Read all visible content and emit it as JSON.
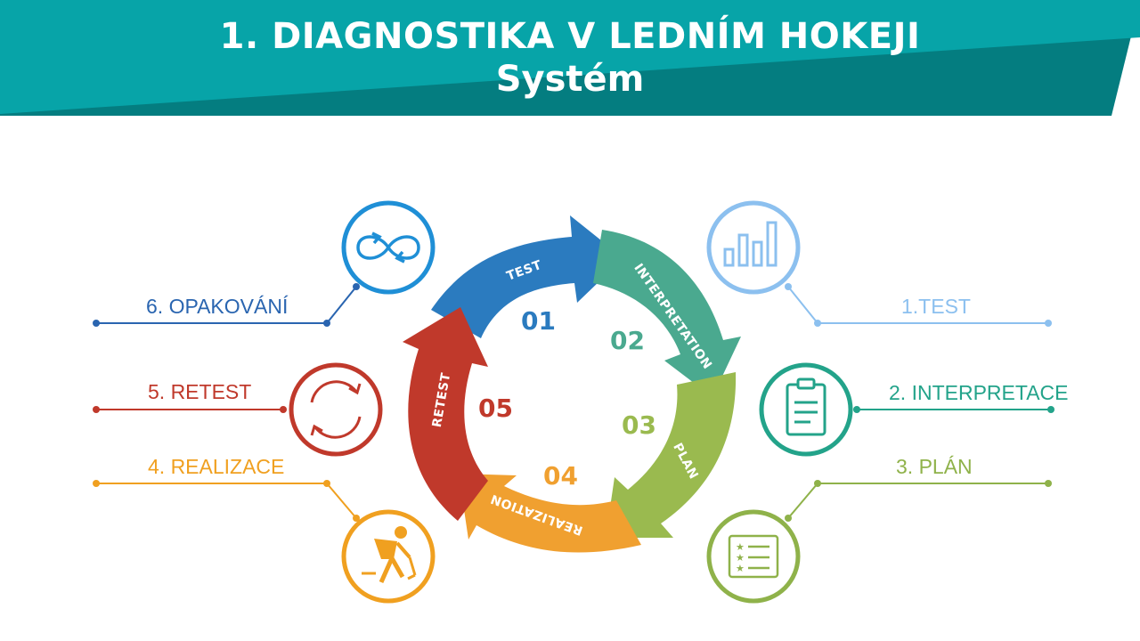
{
  "header": {
    "title_line1": "1. DIAGNOSTIKA V LEDNÍM HOKEJI",
    "title_line2": "Systém"
  },
  "cycle": [
    {
      "number": "01",
      "label": "TEST",
      "color": "#2b7bbf"
    },
    {
      "number": "02",
      "label": "INTERPRETATION",
      "color": "#4aa98f"
    },
    {
      "number": "03",
      "label": "PLAN",
      "color": "#9aba4f"
    },
    {
      "number": "04",
      "label": "REALIZATION",
      "color": "#f0a030"
    },
    {
      "number": "05",
      "label": "RETEST",
      "color": "#c0392b"
    }
  ],
  "steps": {
    "test": {
      "label": "1.TEST",
      "color": "#8cc0ef",
      "icon": "bar-chart-icon"
    },
    "interpretace": {
      "label": "2. INTERPRETACE",
      "color": "#23a38a",
      "icon": "clipboard-icon"
    },
    "plan": {
      "label": "3. PLÁN",
      "color": "#8fb24a",
      "icon": "checklist-icon"
    },
    "realizace": {
      "label": "4. REALIZACE",
      "color": "#f0a020",
      "icon": "hockey-player-icon"
    },
    "retest": {
      "label": "5. RETEST",
      "color": "#c0392b",
      "icon": "refresh-icon"
    },
    "opakovani": {
      "label": "6. OPAKOVÁNÍ",
      "color": "#1f8fd6",
      "icon": "infinity-loop-icon"
    }
  },
  "colors": {
    "banner_light": "#06a5a9",
    "banner_dark": "#037a7c"
  }
}
